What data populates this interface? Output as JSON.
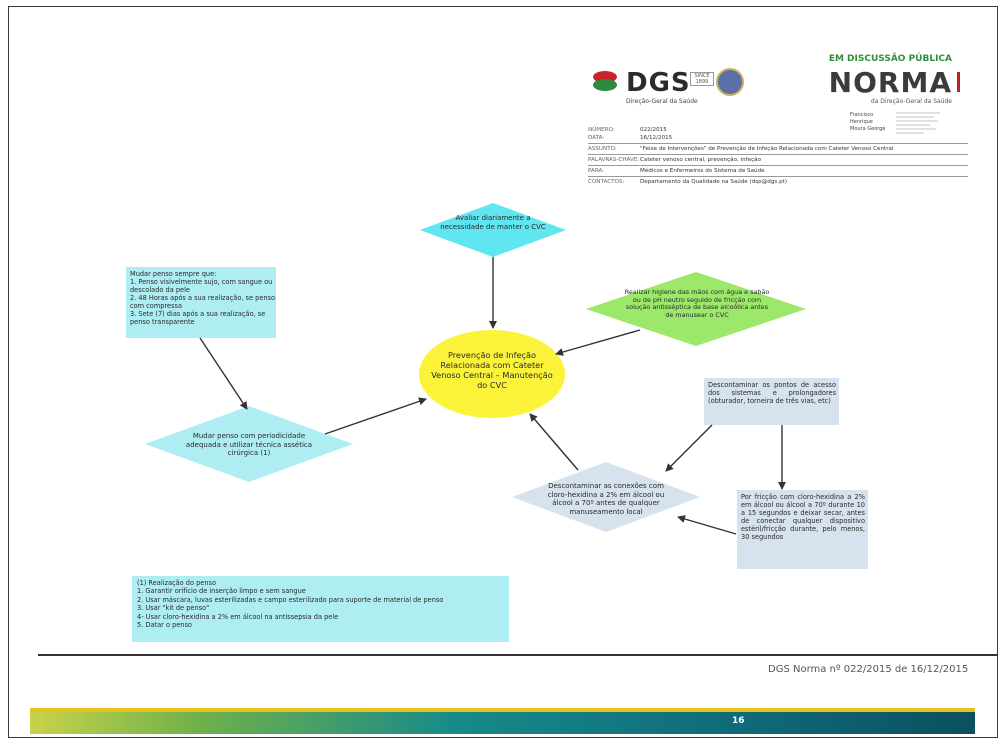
{
  "header": {
    "logo_text": "DGS",
    "logo_subtitle": "Direção-Geral da Saúde",
    "logo_badge": "SINCE 1899",
    "status": "EM DISCUSSÃO PÚBLICA",
    "doc_type": "NORMA",
    "doc_subtitle": "da Direção-Geral da Saúde",
    "signature_names": [
      "Francisco",
      "Henrique",
      "Moura George"
    ],
    "meta": [
      {
        "key": "NÚMERO:",
        "value": "022/2015"
      },
      {
        "key": "DATA:",
        "value": "16/12/2015"
      },
      {
        "key": "ASSUNTO:",
        "value": "\"Feixe de Intervenções\" de Prevenção de Infeção Relacionada com Cateter Venoso Central"
      },
      {
        "key": "PALAVRAS-CHAVE:",
        "value": "Cateter venoso central, prevenção, infeção"
      },
      {
        "key": "PARA:",
        "value": "Médicos e Enfermeiros do Sistema de Saúde"
      },
      {
        "key": "CONTACTOS:",
        "value": "Departamento da Qualidade na Saúde (dqs@dgs.pt)"
      }
    ]
  },
  "diagram": {
    "center": "Prevenção de Infeção Relacionada com Cateter Venoso Central – Manutenção do CVC",
    "top_diamond": "Avaliar diariamente a necessidade de manter o CVC",
    "green_diamond": "Realizar higiene das mãos com água e sabão ou de pH neutro seguido de fricção com solução antisséptica de base alcoólica antes de manusear o CVC",
    "left_box": "Mudar penso sempre que:\n1. Penso visivelmente sujo, com sangue ou descolado da pele\n2. 48 Horas após a sua realização, se penso com compressa\n3. Sete (7)  dias após a sua realização, se penso transparente",
    "left_diamond": "Mudar penso com periodicidade adequada e utilizar técnica assética cirúrgica (1)",
    "right_top_box": "Descontaminar os pontos de acesso dos sistemas e prolongadores (obturador, torneira de três vias, etc)",
    "bottom_diamond": "Descontaminar as conexões com cloro-hexidina a 2% em álcool ou álcool a 70º antes de qualquer manuseamento local",
    "right_bottom_box": "Por fricção com cloro-hexidina a 2% em álcool ou álcool a 70º durante 10 a 15 segundos e deixar secar, antes de conectar qualquer dispositivo estéril/fricção durante, pelo menos, 30 segundos",
    "note_box": "(1) Realização do penso\n1. Garantir orifício de inserção limpo e sem sangue\n2. Usar máscara, luvas esterilizadas e campo esterilizado  para suporte de material de penso\n3. Usar \"kit de penso\"\n4- Usar cloro-hexidina a 2% em álcool na antissepsia da pele\n5. Datar o penso"
  },
  "footer": {
    "reference": "DGS Norma nº 022/2015 de 16/12/2015",
    "page_number": "16"
  },
  "colors": {
    "cyan": "#5fe6f0",
    "green": "#9be86a",
    "yellow": "#fbf33a",
    "steel": "#d6e2ee",
    "light_cyan": "#aeeef3"
  }
}
